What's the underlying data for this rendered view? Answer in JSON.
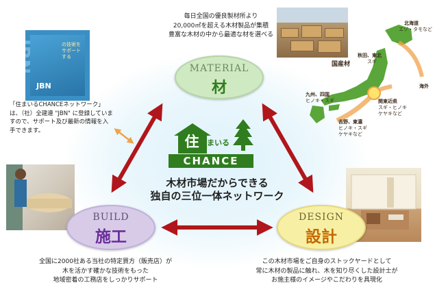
{
  "material": {
    "en": "MATERIAL",
    "jp": "材"
  },
  "build": {
    "en": "BUILD",
    "jp": "施工"
  },
  "design": {
    "en": "DESIGN",
    "jp": "設計"
  },
  "logo": {
    "ju": "住",
    "mairu": "まいる",
    "chance": "CHANCE"
  },
  "tagline": {
    "line1": "木材市場だからできる",
    "line2": "独自の三位一体ネットワーク"
  },
  "captions": {
    "material": [
      "毎日全国の優良製材所より",
      "20,000㎥を超える木材製品が集積",
      "豊富な木材の中から最適な材を選べる"
    ],
    "build": [
      "全国に2000社ある当社の特定買方（販売店）が",
      "木を活かす確かな技術をもった",
      "地域密着の工務店をしっかりサポート"
    ],
    "design": [
      "この木材市場をご自身のストックヤードとして",
      "常に木材の製品に触れ、木を知り尽くした設計士が",
      "お施主様のイメージやこだわりを具現化"
    ],
    "jbn": "「住まいるCHANCEネットワーク」は、（社）全建連 \"JBN\" に登録していますので、サポート及び最新の情報を入手できます。"
  },
  "jbn_photo": {
    "big": "JBN",
    "label": "JBN",
    "vertical": "の技術をサポートする"
  },
  "map": {
    "domestic": "国産材",
    "overseas": "海外",
    "regions": [
      {
        "name": "北海道",
        "species": "エゾ・タモなど"
      },
      {
        "name": "秋田、東北",
        "species": "スギ"
      },
      {
        "name": "九州、四国",
        "species": "ヒノキ・スギ"
      },
      {
        "name": "関東近県",
        "species": "スギ・ヒノキ ケヤキなど"
      },
      {
        "name": "吉野、東濃",
        "species": "ヒノキ・スギ ケヤキなど"
      }
    ]
  },
  "colors": {
    "arrow": "#b0161b",
    "material_oval": "#cfe9c2",
    "build_oval": "#d7cbe8",
    "design_oval": "#f7f0a4",
    "brand_green": "#2f7d1e",
    "japan_map": "#5aa63a",
    "orange_arrow": "#f0a24b"
  },
  "icons": [
    "house-icon",
    "tree-icon",
    "japan-map",
    "double-arrow"
  ]
}
